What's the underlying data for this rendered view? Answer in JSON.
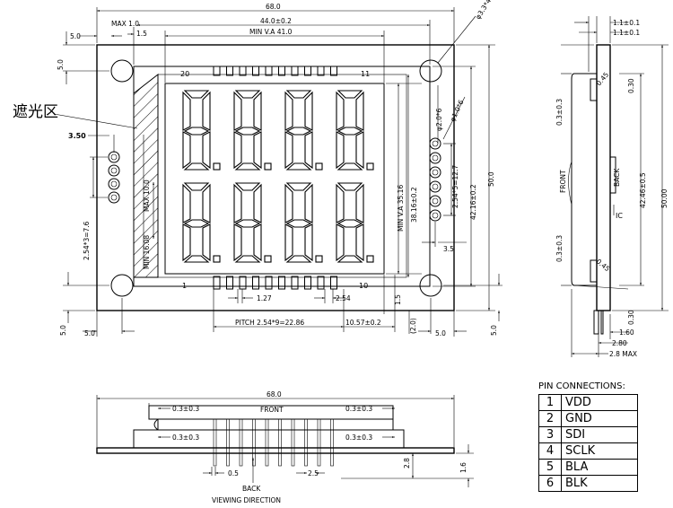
{
  "front": {
    "overall_width": "68.0",
    "max_edge": "MAX  1.0",
    "edge_margin": "1.5",
    "glass_width": "44.0±0.2",
    "view_area_width": "MIN  V.A  41.0",
    "left_margin": "5.0",
    "top_margin": "5.0",
    "hole_dia": "φ3.3*4",
    "pin_label_left": "20",
    "pin_label_right": "11",
    "pin_label_bottom_left": "1",
    "pin_label_bottom_right": "10",
    "mask_label": "遮光区",
    "pin_spacing_left": "3.50",
    "pin_pitch_left": "2.54*3=7.6",
    "char_height_max": "MAX  10.0",
    "char_height_min": "MIN  16.08",
    "pad_dia_a": "φ2.0*6",
    "pad_dia_b": "φ1.0*6",
    "pad_pitch": "2.54*5=12.7",
    "pad_offset": "3.5",
    "view_area_height": "MIN  V.A  35.16",
    "glass_height": "38.16±0.2",
    "outline_height_a": "42.16±0.2",
    "outline_height_b": "50.0",
    "pin_pitch": "1.27",
    "pin_width": "2.54",
    "pin_row_pitch": "PITCH  2.54*9=22.86",
    "pin_row_offset": "10.57±0.2",
    "bottom_gap": "1.5",
    "bottom_gap_b": "(2.0)",
    "bottom_margin_left": "5.0",
    "bottom_margin_right": "5.0",
    "bottom_left_vert": "5.0",
    "right_vert": "5.0"
  },
  "side": {
    "dim_a": "1.1±0.1",
    "dim_b": "1.1±0.1",
    "dim_top_offset": "0.3±0.3",
    "dim_inner_a": "0.30",
    "dim_bottom_offset": "0.3±0.3",
    "dim_inner_b": "0.30",
    "dim_radius_top": "0.45",
    "dim_radius_bottom": "0.45",
    "height_inner": "42.46±0.5",
    "height_outer": "50.00",
    "front_label": "FRONT",
    "back_label": "BACK",
    "ic_label": "IC",
    "thk_a": "1.60",
    "thk_b": "2.80",
    "thk_c": "2.8  MAX"
  },
  "bottom": {
    "overall_width": "68.0",
    "dim_tl": "0.3±0.3",
    "dim_tr": "0.3±0.3",
    "dim_bl": "0.3±0.3",
    "dim_br": "0.3±0.3",
    "front_label": "FRONT",
    "back_label": "BACK",
    "viewing_direction": "VIEWING  DIRECTION",
    "pin_width": "0.5",
    "pin_pitch": "2.5",
    "height_a": "2.8",
    "height_b": "1.6"
  },
  "pins": {
    "title": "PIN  CONNECTIONS:",
    "rows": [
      {
        "n": "1",
        "f": "VDD"
      },
      {
        "n": "2",
        "f": "GND"
      },
      {
        "n": "3",
        "f": "SDI"
      },
      {
        "n": "4",
        "f": "SCLK"
      },
      {
        "n": "5",
        "f": "BLA"
      },
      {
        "n": "6",
        "f": "BLK"
      }
    ]
  }
}
